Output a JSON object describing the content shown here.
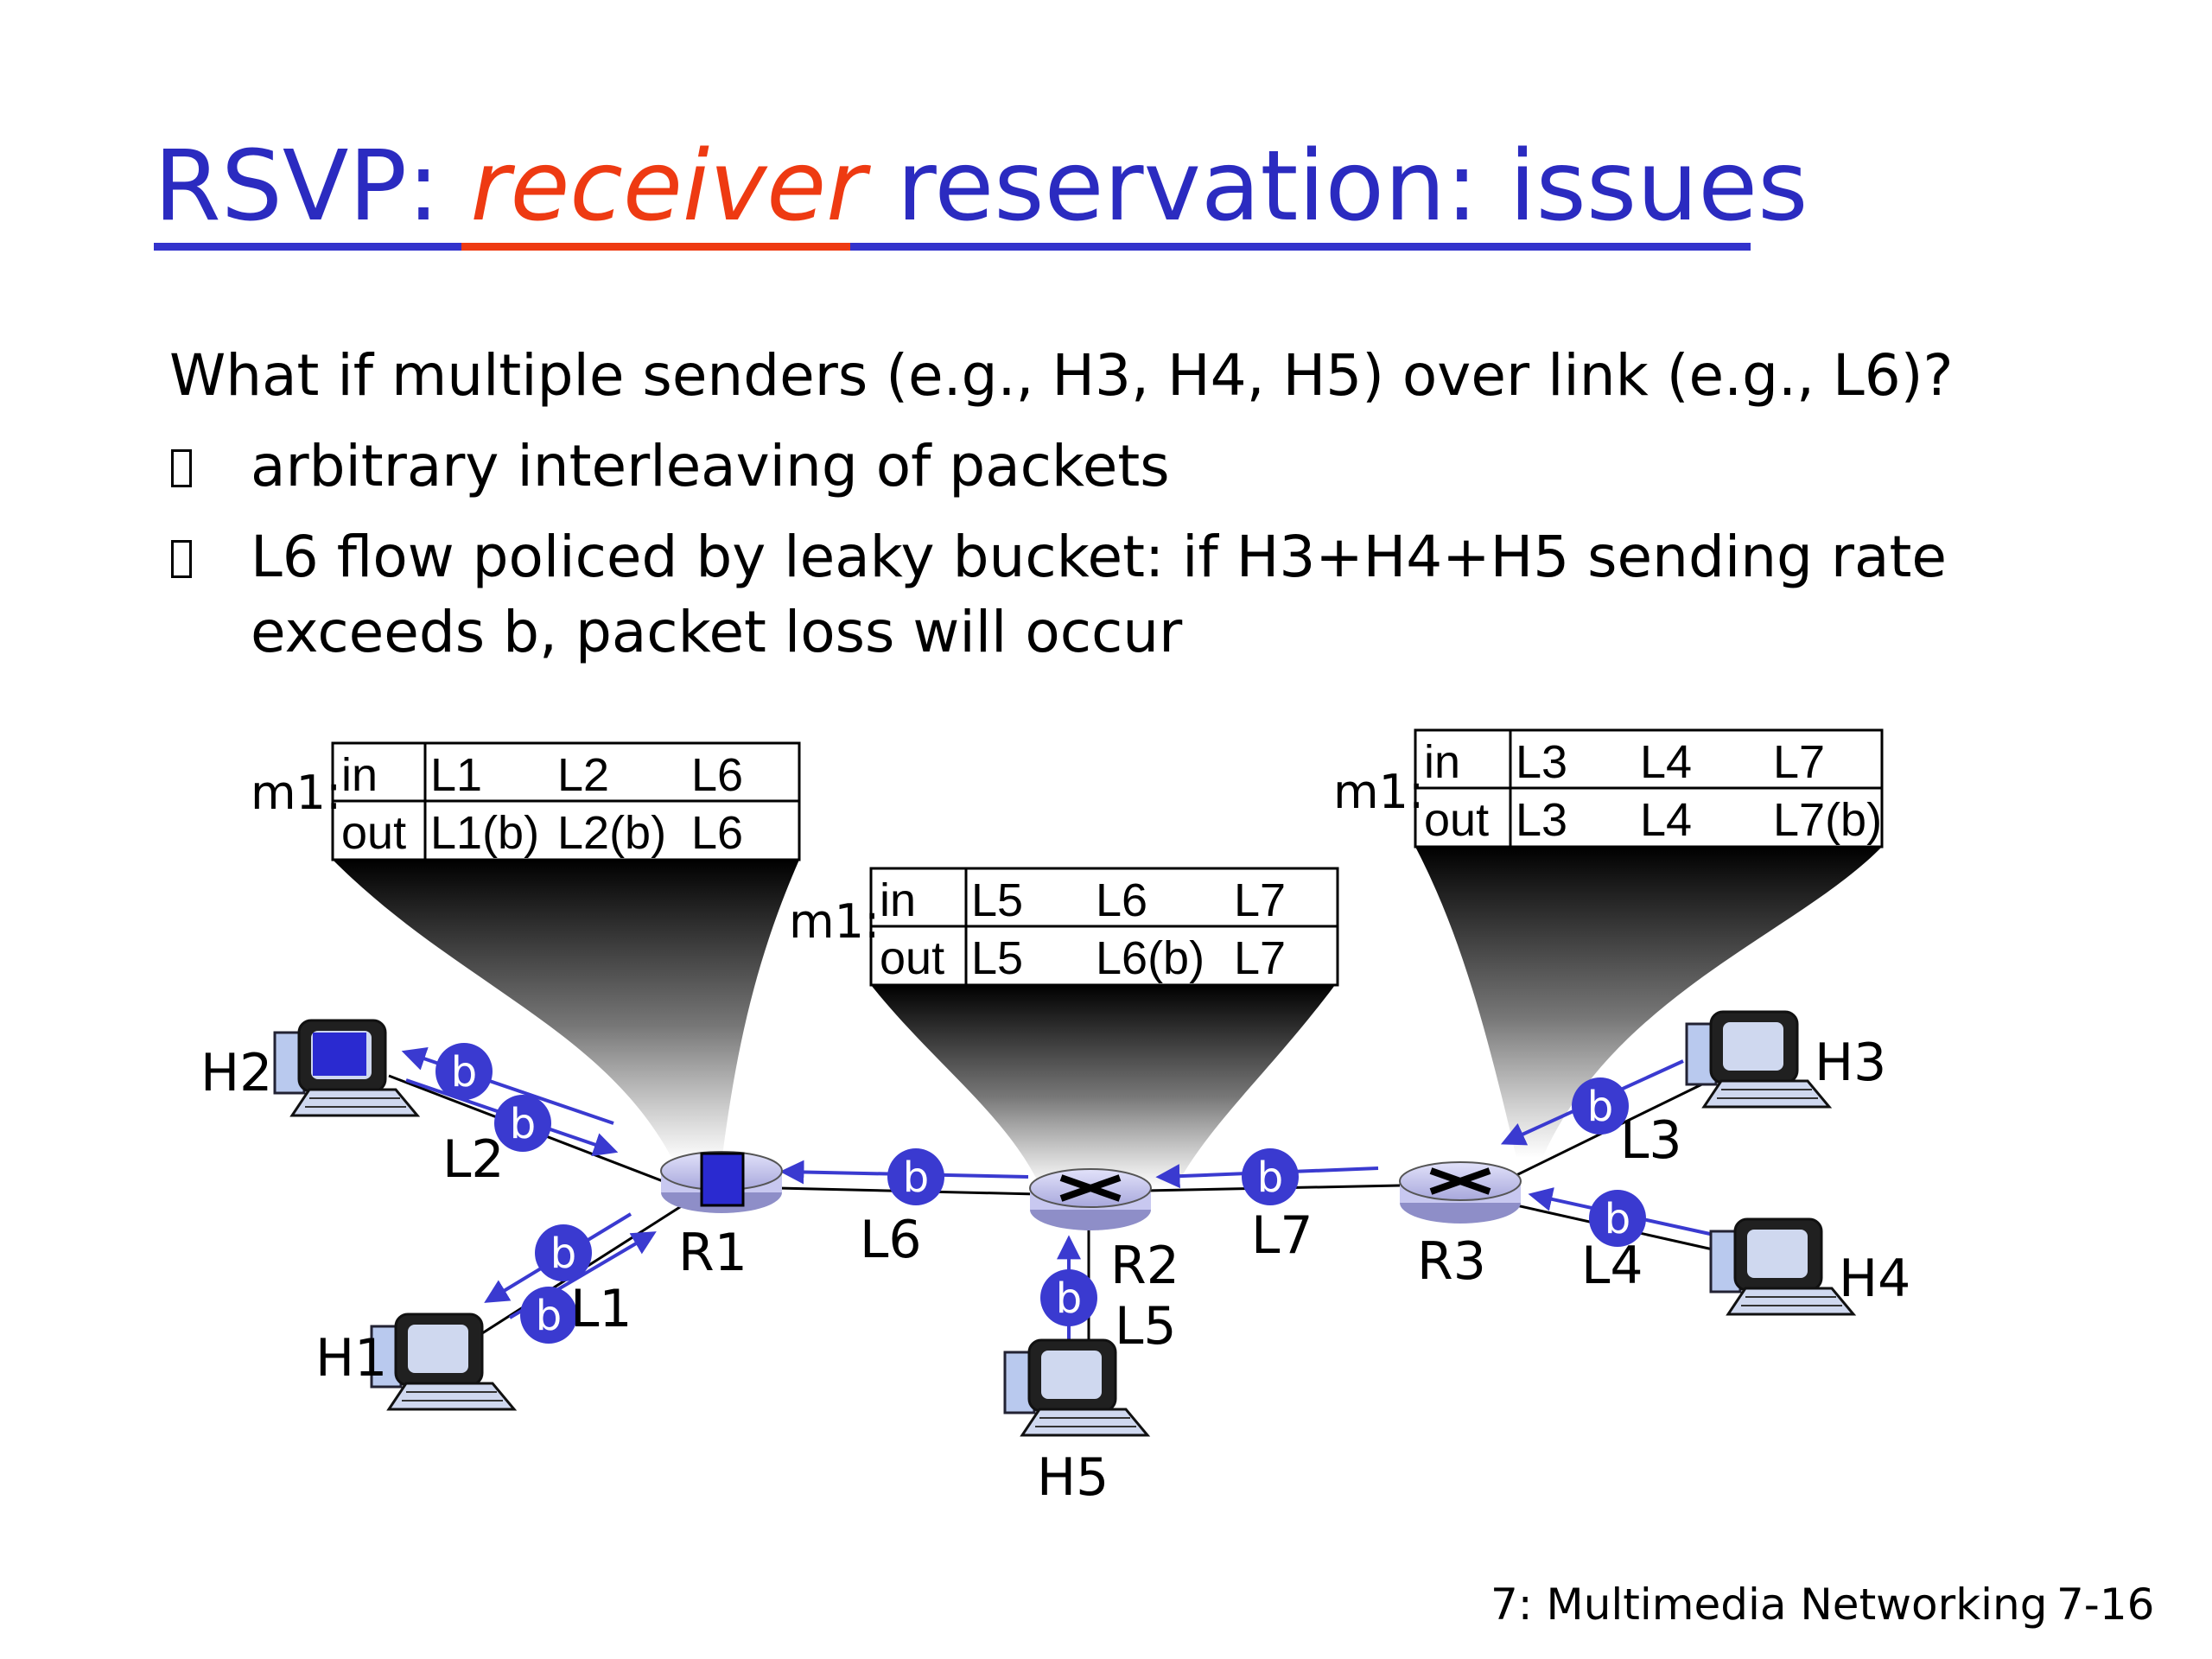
{
  "title": {
    "part1": "RSVP: ",
    "part2": "receiver",
    "part3": " reservation: issues"
  },
  "question": "What if multiple senders (e.g., H3, H4, H5) over link (e.g., L6)?",
  "bullets": [
    "arbitrary interleaving of packets",
    "L6 flow policed by leaky bucket: if H3+H4+H5 sending rate",
    "exceeds b, packet loss will occur"
  ],
  "tables": {
    "r1": {
      "label": "m1:",
      "in": [
        "in",
        "L1",
        "L2",
        "L6"
      ],
      "out": [
        "out",
        "L1(b)",
        "L2(b)",
        "L6"
      ]
    },
    "r2": {
      "label": "m1:",
      "in": [
        "in",
        "L5",
        "L6",
        "L7"
      ],
      "out": [
        "out",
        "L5",
        "L6(b)",
        "L7"
      ]
    },
    "r3": {
      "label": "m1:",
      "in": [
        "in",
        "L3",
        "L4",
        "L7"
      ],
      "out": [
        "out",
        "L3",
        "L4",
        "L7(b)"
      ]
    }
  },
  "hosts": [
    "H1",
    "H2",
    "H3",
    "H4",
    "H5"
  ],
  "routers": [
    "R1",
    "R2",
    "R3"
  ],
  "links": [
    "L1",
    "L2",
    "L3",
    "L4",
    "L5",
    "L6",
    "L7"
  ],
  "badge_text": "b",
  "footer": {
    "chapter": "7: Multimedia Networking",
    "page": "7-16"
  },
  "colors": {
    "title_blue": "#2b2bc0",
    "title_red": "#ee3a12",
    "badge": "#3a3ad0",
    "router": "#c8c8f0"
  }
}
